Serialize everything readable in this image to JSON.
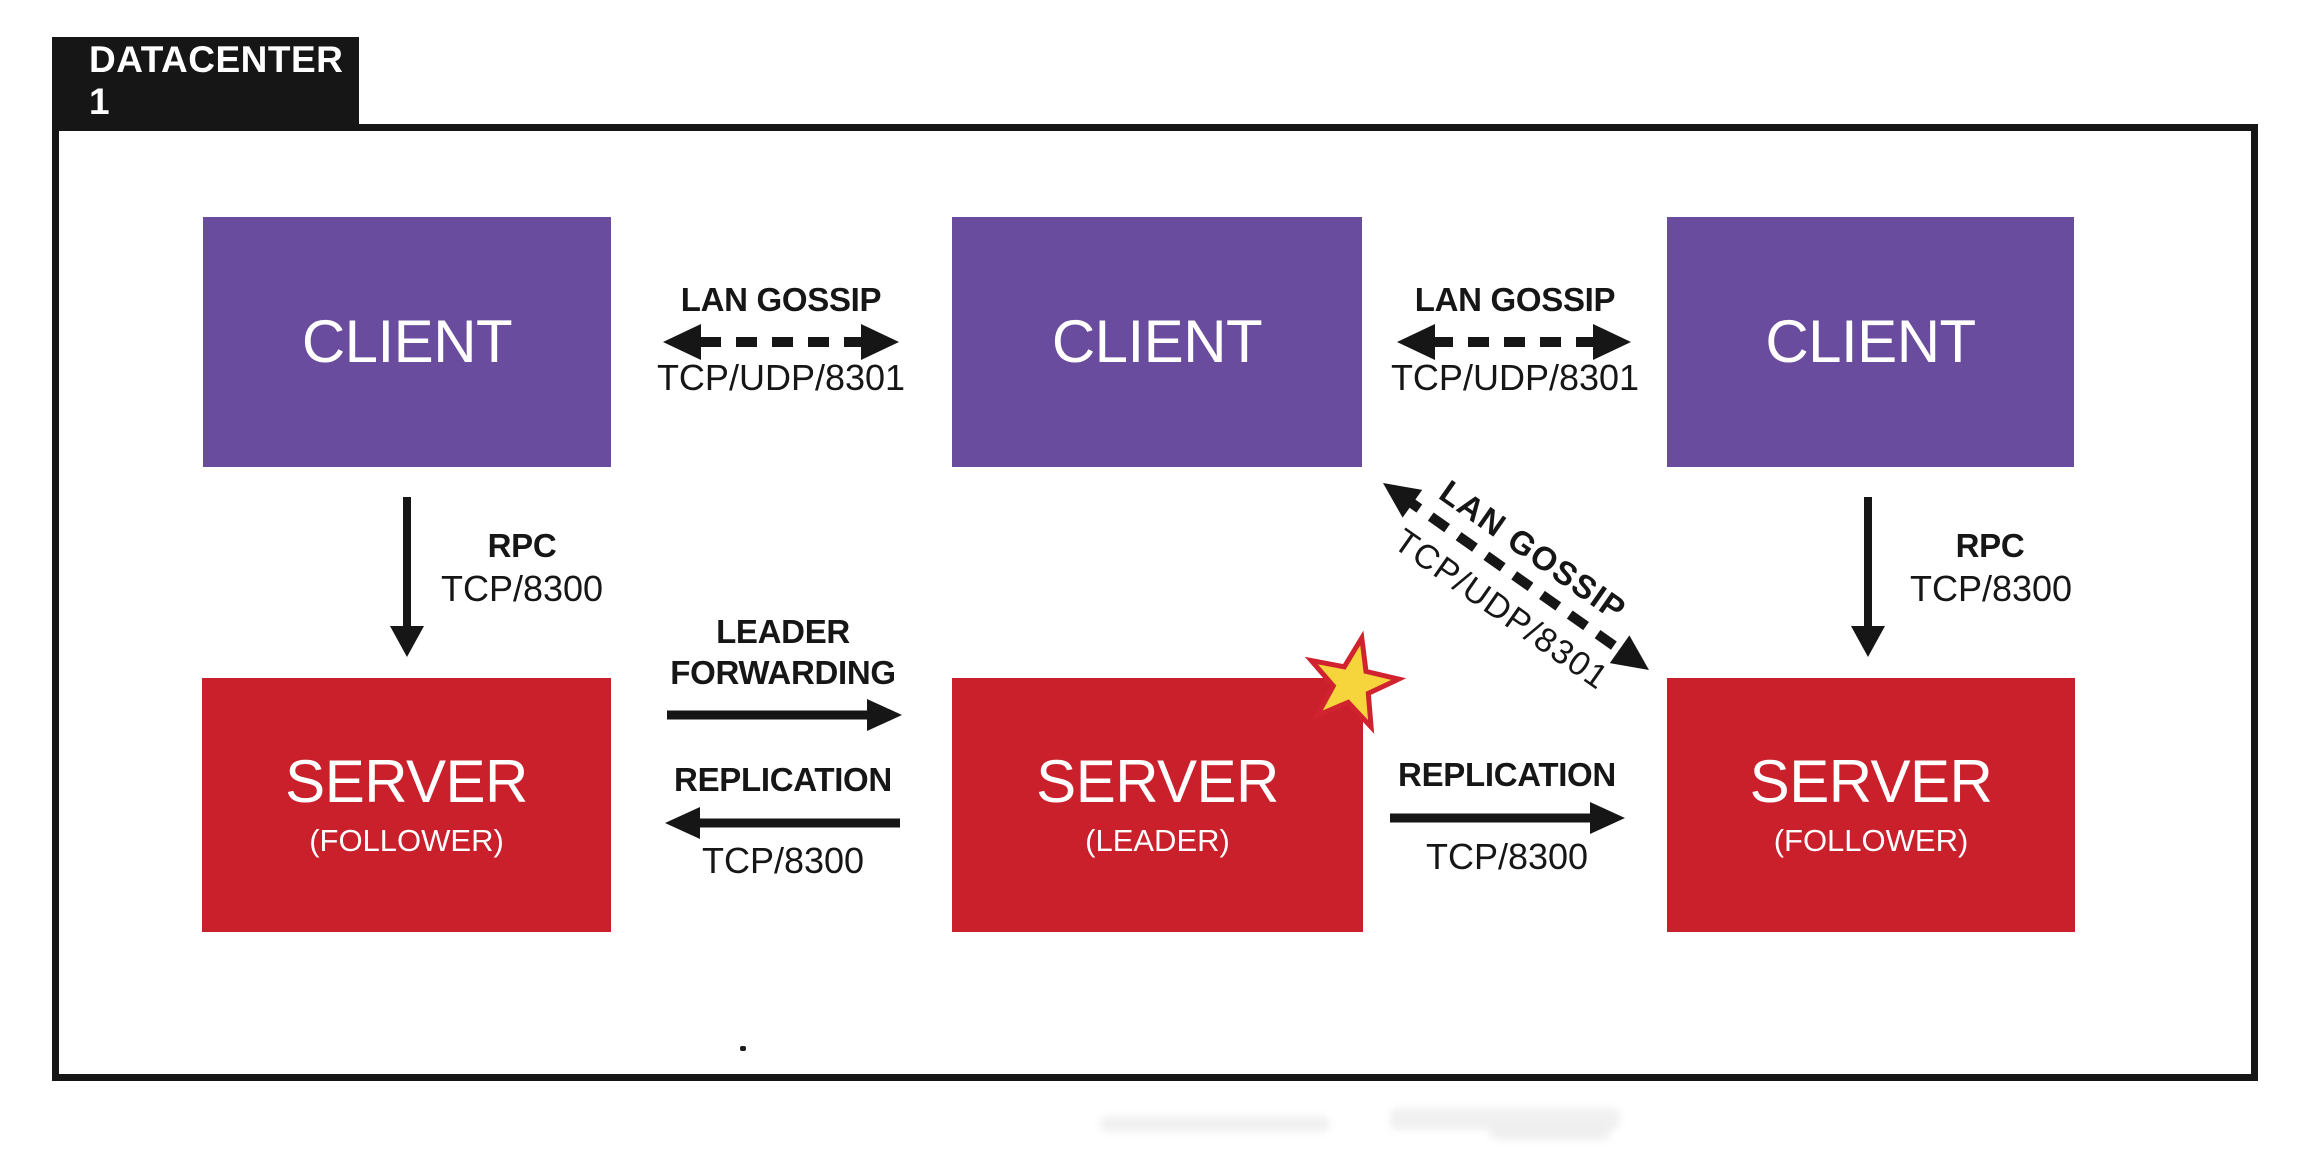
{
  "diagram": {
    "title": "DATACENTER 1",
    "colors": {
      "client_purple": "#6a4c9e",
      "server_red": "#c9202c",
      "outline_black": "#161616",
      "star_yellow": "#f6d43c",
      "star_outline_red": "#d0232f",
      "label_text_white": "#ffffff"
    },
    "nodes": [
      {
        "id": "client-1",
        "label": "CLIENT"
      },
      {
        "id": "client-2",
        "label": "CLIENT"
      },
      {
        "id": "client-3",
        "label": "CLIENT"
      },
      {
        "id": "server-follower-left",
        "label": "SERVER",
        "sublabel": "(FOLLOWER)"
      },
      {
        "id": "server-leader",
        "label": "SERVER",
        "sublabel": "(LEADER)",
        "badge": "leader-star"
      },
      {
        "id": "server-follower-right",
        "label": "SERVER",
        "sublabel": "(FOLLOWER)"
      }
    ],
    "edges": {
      "lan_gossip_top_left": {
        "label": "LAN GOSSIP",
        "port": "TCP/UDP/8301",
        "style": "dashed-double-arrow"
      },
      "lan_gossip_top_right": {
        "label": "LAN GOSSIP",
        "port": "TCP/UDP/8301",
        "style": "dashed-double-arrow"
      },
      "lan_gossip_diagonal": {
        "label": "LAN GOSSIP",
        "port": "TCP/UDP/8301",
        "style": "dashed-double-arrow"
      },
      "rpc_left": {
        "label": "RPC",
        "port": "TCP/8300",
        "style": "solid-arrow-down"
      },
      "rpc_right": {
        "label": "RPC",
        "port": "TCP/8300",
        "style": "solid-arrow-down"
      },
      "leader_forwarding": {
        "label": "LEADER FORWARDING",
        "style": "solid-arrow-right"
      },
      "replication_left": {
        "label": "REPLICATION",
        "port": "TCP/8300",
        "style": "solid-arrow-left"
      },
      "replication_right": {
        "label": "REPLICATION",
        "port": "TCP/8300",
        "style": "solid-arrow-right"
      }
    }
  }
}
